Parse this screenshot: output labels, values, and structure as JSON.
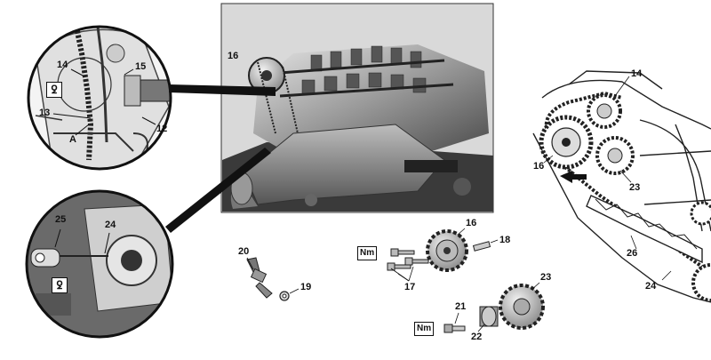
{
  "callouts": {
    "c16_photo": "16",
    "c14_detail": "14",
    "c15_detail": "15",
    "c13_detail": "13",
    "cA_detail": "A",
    "c12_detail": "12",
    "c25_bottom": "25",
    "c24_bottom": "24",
    "c20": "20",
    "c19": "19",
    "c16_parts": "16",
    "c18": "18",
    "c17": "17",
    "c23_parts": "23",
    "c21": "21",
    "c22": "22",
    "c14_right": "14",
    "c16_right": "16",
    "c23_right": "23",
    "c26": "26",
    "c24_right": "24"
  },
  "labels": {
    "nm_upper": "Nm",
    "nm_lower": "Nm",
    "tool_symbol": "ꝿ"
  }
}
